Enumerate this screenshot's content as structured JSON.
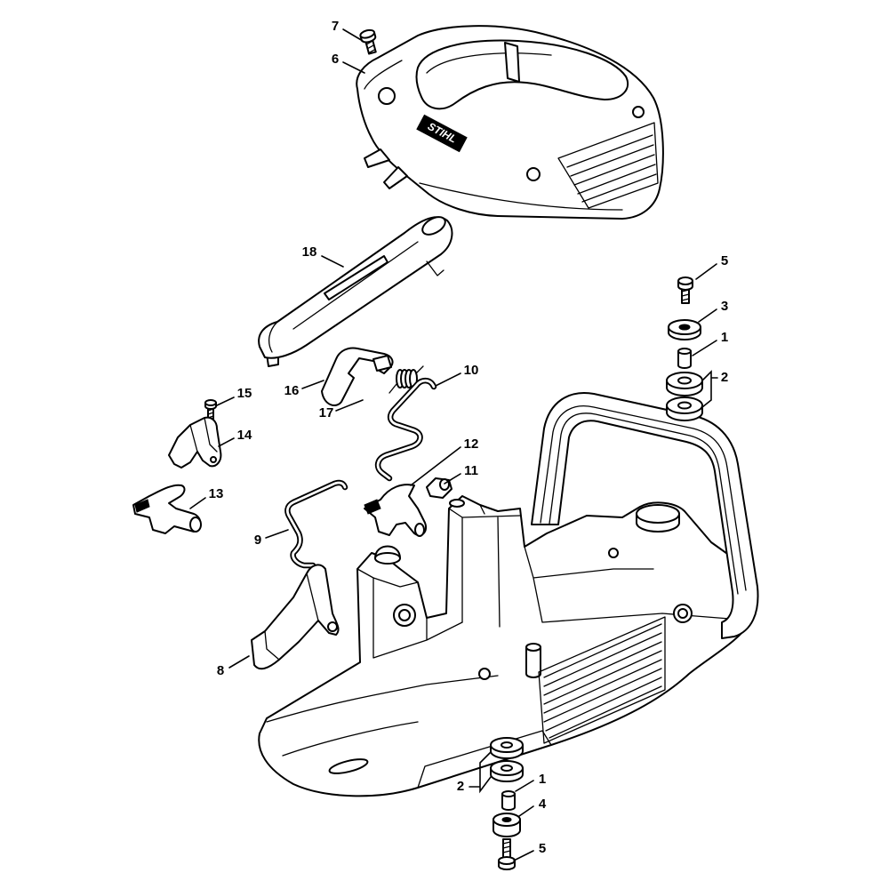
{
  "callouts": [
    "7",
    "6",
    "18",
    "5",
    "3",
    "1",
    "2",
    "16",
    "10",
    "17",
    "15",
    "14",
    "12",
    "11",
    "13",
    "9",
    "8",
    "2",
    "1",
    "4",
    "5"
  ],
  "logo_text": "STIHL",
  "colors": {
    "background": "#ffffff",
    "line": "#000000"
  }
}
